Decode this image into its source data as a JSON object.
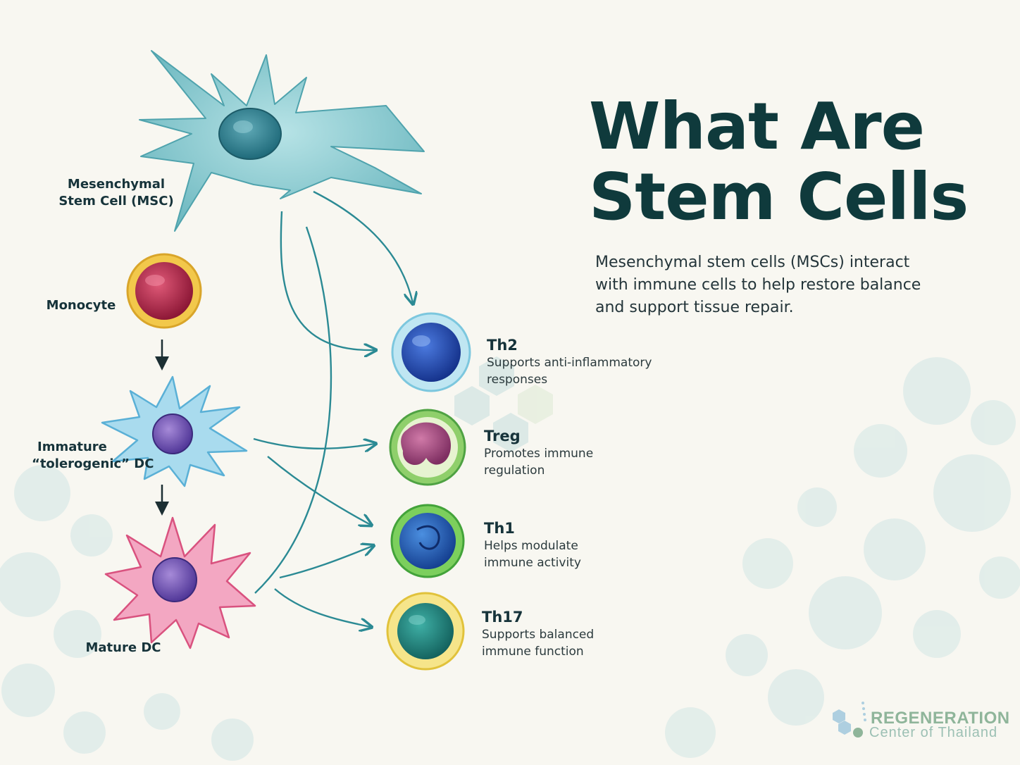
{
  "title": {
    "line1": "What Are",
    "line2": "Stem Cells"
  },
  "subtitle": {
    "line1": "Mesenchymal stem cells (MSCs) interact",
    "line2": "with immune cells to help restore balance",
    "line3": "and support tissue repair."
  },
  "source_cells": {
    "msc": {
      "line1": "Mesenchymal",
      "line2": "Stem Cell (MSC)"
    },
    "monocyte": {
      "line1": "Monocyte"
    },
    "immature_dc": {
      "line1": "Immature",
      "line2": "“tolerogenic” DC"
    },
    "mature_dc": {
      "line1": "Mature DC"
    }
  },
  "t_cells": {
    "th2": {
      "name": "Th2",
      "desc1": "Supports anti-inflammatory",
      "desc2": "responses"
    },
    "treg": {
      "name": "Treg",
      "desc1": "Promotes immune",
      "desc2": "regulation"
    },
    "th1": {
      "name": "Th1",
      "desc1": "Helps modulate",
      "desc2": "immune activity"
    },
    "th17": {
      "name": "Th17",
      "desc1": "Supports balanced",
      "desc2": "immune function"
    }
  },
  "brand": {
    "name": "REGENERATION",
    "sub": "Center of Thailand"
  },
  "colors": {
    "background": "#f8f7f1",
    "headline": "#0f3a3c",
    "arrow": "#2b8a94",
    "msc": "#7cc2c9",
    "monocyte": "#b9284a",
    "immature_dc": "#7ec5e2",
    "mature_dc": "#e06f99",
    "th2": "#2a52b8",
    "treg": "#a84b80",
    "th1": "#2a5fb0",
    "th17": "#1f8a85",
    "brand": "#8fb59a"
  }
}
